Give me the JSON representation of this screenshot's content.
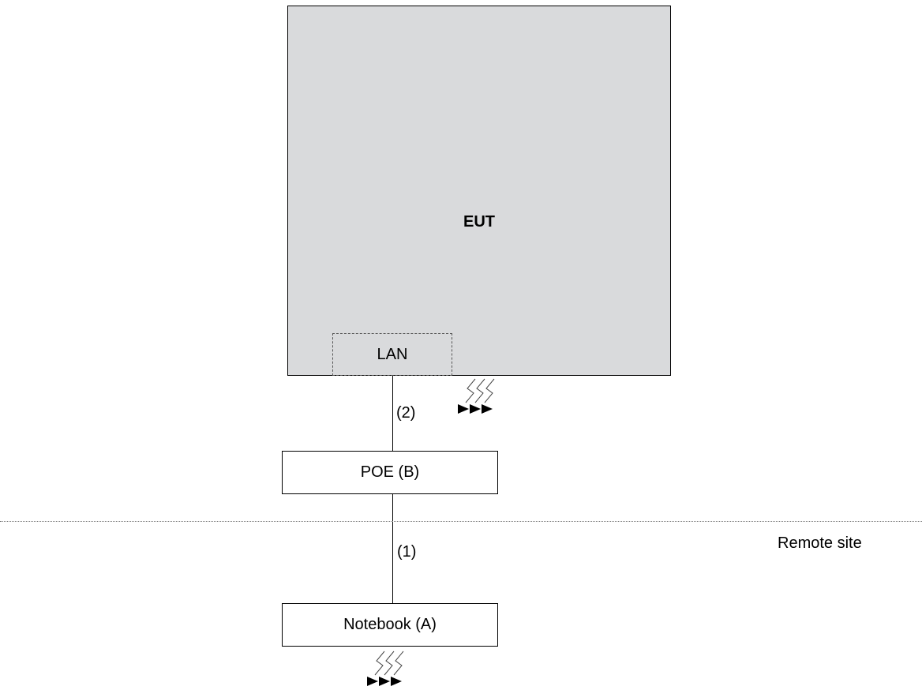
{
  "eut": {
    "label": "EUT"
  },
  "lan": {
    "label": "LAN"
  },
  "poe": {
    "label": "POE (B)"
  },
  "notebook": {
    "label": "Notebook (A)"
  },
  "cables": {
    "eut_to_poe": "(2)",
    "poe_to_notebook": "(1)"
  },
  "site": {
    "remote_label": "Remote site"
  },
  "icons": {
    "emission": "rf-emission-arrows-icon"
  }
}
